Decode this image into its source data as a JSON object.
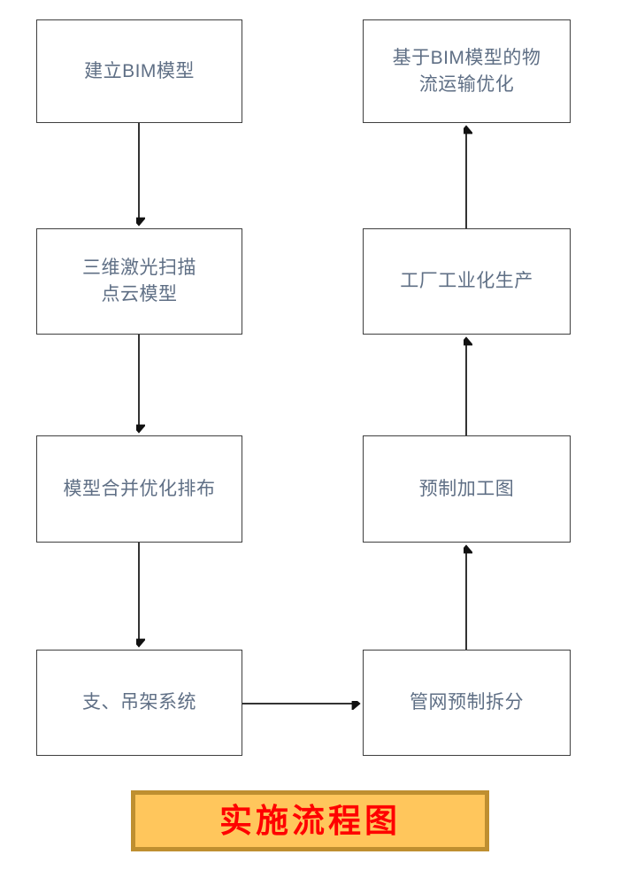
{
  "diagram": {
    "title_banner": {
      "text": "实施流程图",
      "fill_color": "#FFC65C",
      "border_color": "#BF8F30",
      "text_color": "#FF0000"
    },
    "node_text_color": "#5F6F85",
    "node_border_color": "#3F3F3F",
    "connector_color": "#333333",
    "nodes": [
      {
        "id": "build-bim-model",
        "label": "建立BIM模型",
        "column": "left",
        "row": 1
      },
      {
        "id": "laser-scan-pointcloud",
        "label": "三维激光扫描\n点云模型",
        "column": "left",
        "row": 2
      },
      {
        "id": "model-merge-optimize",
        "label": "模型合并优化排布",
        "column": "left",
        "row": 3
      },
      {
        "id": "support-hanger-system",
        "label": "支、吊架系统",
        "column": "left",
        "row": 4
      },
      {
        "id": "bim-logistics-optimize",
        "label": "基于BIM模型的物\n流运输优化",
        "column": "right",
        "row": 1
      },
      {
        "id": "factory-industrial-production",
        "label": "工厂工业化生产",
        "column": "right",
        "row": 2
      },
      {
        "id": "prefab-fabrication-drawing",
        "label": "预制加工图",
        "column": "right",
        "row": 3
      },
      {
        "id": "pipe-network-prefab-split",
        "label": "管网预制拆分",
        "column": "right",
        "row": 4
      }
    ],
    "connectors": [
      {
        "id": "c1",
        "from": "build-bim-model",
        "to": "laser-scan-pointcloud",
        "direction": "down"
      },
      {
        "id": "c2",
        "from": "laser-scan-pointcloud",
        "to": "model-merge-optimize",
        "direction": "down"
      },
      {
        "id": "c3",
        "from": "model-merge-optimize",
        "to": "support-hanger-system",
        "direction": "down"
      },
      {
        "id": "c4",
        "from": "support-hanger-system",
        "to": "pipe-network-prefab-split",
        "direction": "right"
      },
      {
        "id": "c5",
        "from": "pipe-network-prefab-split",
        "to": "prefab-fabrication-drawing",
        "direction": "up"
      },
      {
        "id": "c6",
        "from": "prefab-fabrication-drawing",
        "to": "factory-industrial-production",
        "direction": "up"
      },
      {
        "id": "c7",
        "from": "factory-industrial-production",
        "to": "bim-logistics-optimize",
        "direction": "up"
      }
    ]
  }
}
